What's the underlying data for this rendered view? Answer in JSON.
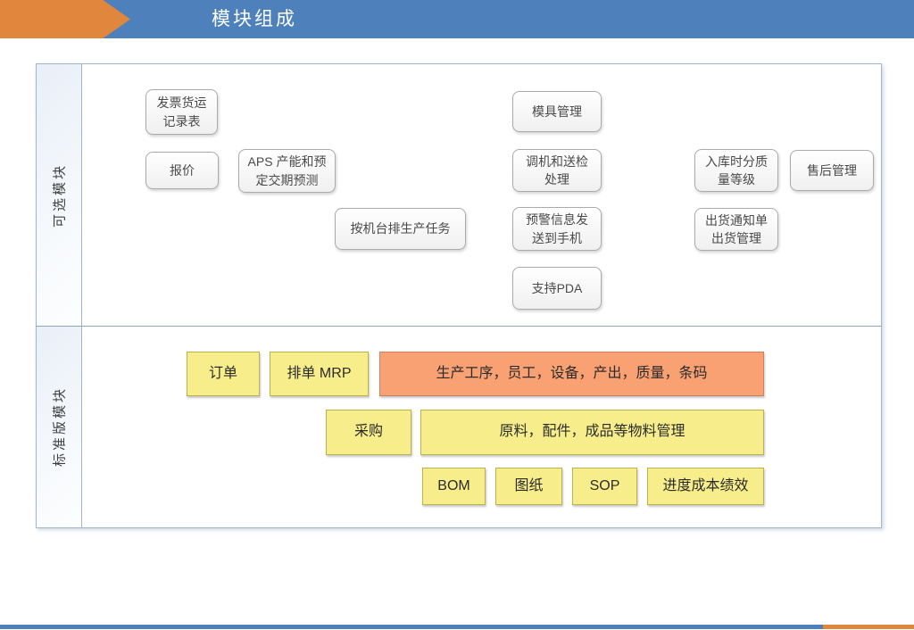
{
  "header": {
    "title": "模块组成"
  },
  "colors": {
    "header_blue": "#4E81BC",
    "accent_orange": "#E1873D",
    "yellow_box": "#F7EE8B",
    "salmon_box": "#F9A172",
    "frame_border": "#9FB6CC"
  },
  "sections": {
    "optional": {
      "label": "可选模块",
      "boxes": [
        {
          "text": "发票货运记录表"
        },
        {
          "text": "报价"
        },
        {
          "text": "APS 产能和预定交期预测"
        },
        {
          "text": "按机台排生产任务"
        },
        {
          "text": "模具管理"
        },
        {
          "text": "调机和送检处理"
        },
        {
          "text": "预警信息发送到手机"
        },
        {
          "text": "支持PDA"
        },
        {
          "text": "入库时分质量等级"
        },
        {
          "text": "售后管理"
        },
        {
          "text": "出货通知单出货管理"
        }
      ]
    },
    "standard": {
      "label": "标准版模块",
      "boxes": [
        {
          "text": "订单"
        },
        {
          "text": "排单 MRP"
        },
        {
          "text": "生产工序，员工，设备，产出，质量，条码"
        },
        {
          "text": "采购"
        },
        {
          "text": "原料，配件，成品等物料管理"
        },
        {
          "text": "BOM"
        },
        {
          "text": "图纸"
        },
        {
          "text": "SOP"
        },
        {
          "text": "进度成本绩效"
        }
      ]
    }
  }
}
